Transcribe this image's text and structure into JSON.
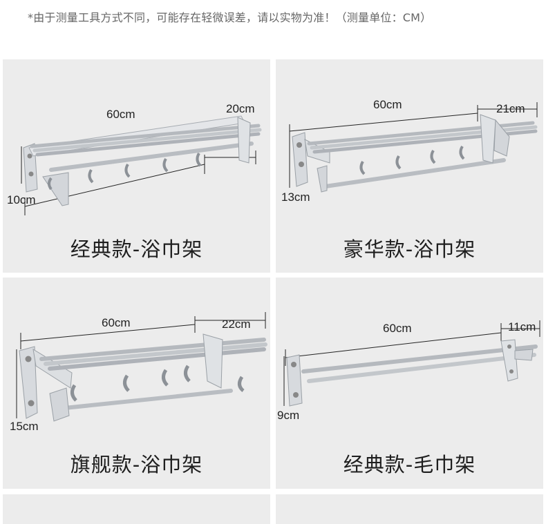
{
  "note": "*由于测量工具方式不同，可能存在轻微误差，请以实物为准！（测量单位：CM）",
  "products": [
    {
      "title": "经典款-浴巾架",
      "width": "60cm",
      "depth": "20cm",
      "height": "10cm"
    },
    {
      "title": "豪华款-浴巾架",
      "width": "60cm",
      "depth": "21cm",
      "height": "13cm"
    },
    {
      "title": "旗舰款-浴巾架",
      "width": "60cm",
      "depth": "22cm",
      "height": "15cm"
    },
    {
      "title": "经典款-毛巾架",
      "width": "60cm",
      "depth": "11cm",
      "height": "9cm"
    }
  ],
  "colors": {
    "background": "#ffffff",
    "panel": "#ececec",
    "metal": "#c9ccd0",
    "text": "#1e1e1e",
    "note": "#666666"
  }
}
